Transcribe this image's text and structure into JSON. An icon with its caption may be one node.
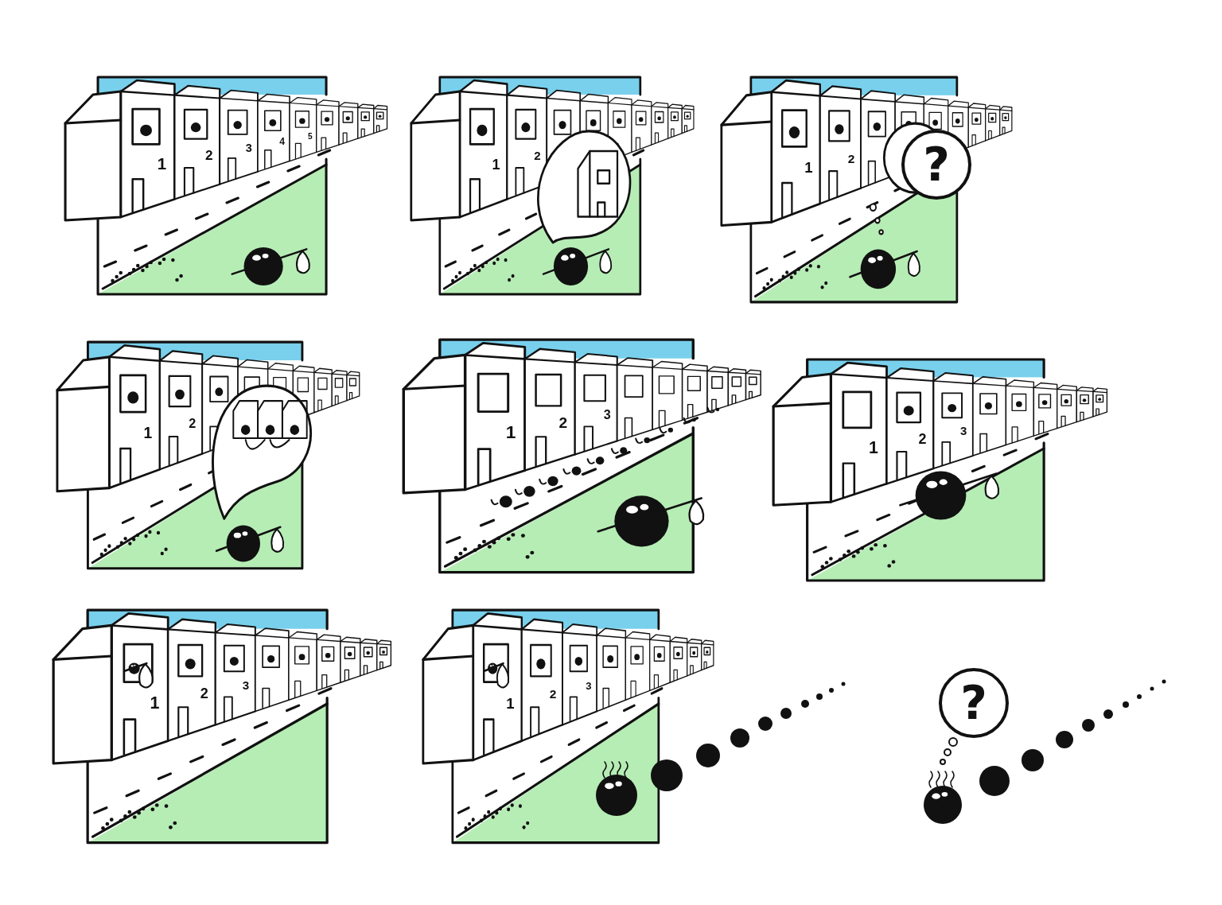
{
  "diagram": {
    "nodes": [
      {
        "text": [
          "?"
        ]
      },
      {
        "text": [
          "?"
        ]
      }
    ],
    "labels": [
      "1",
      "2",
      "3",
      "4",
      "5",
      "1",
      "2",
      "1",
      "2",
      "1",
      "2",
      "1",
      "2",
      "3",
      "1",
      "2",
      "3",
      "1",
      "2",
      "3",
      "1",
      "2",
      "3"
    ]
  }
}
